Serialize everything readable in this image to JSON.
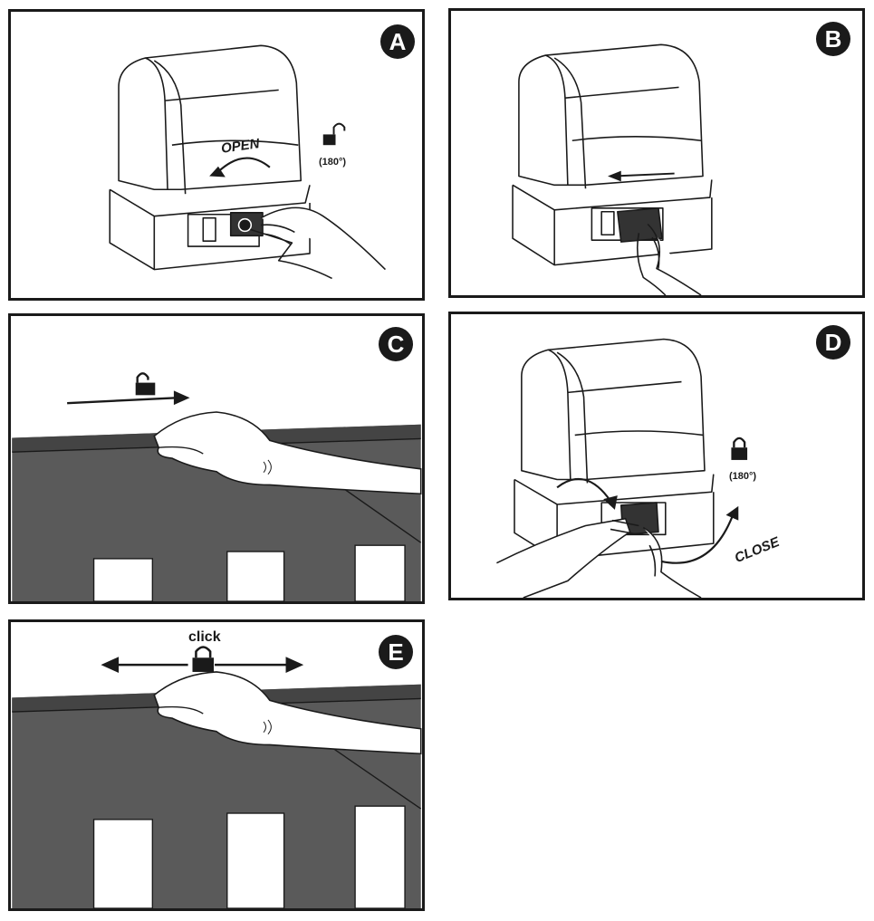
{
  "panels": {
    "a": {
      "badge": "A",
      "open_label": "OPEN",
      "angle_label": "(180°)",
      "icon": "unlocked-padlock-icon"
    },
    "b": {
      "badge": "B",
      "icon": "left-arrow-icon"
    },
    "c": {
      "badge": "C",
      "icon": "unlocked-padlock-icon"
    },
    "d": {
      "badge": "D",
      "close_label": "CLOSE",
      "angle_label": "(180°)",
      "icon": "locked-padlock-icon"
    },
    "e": {
      "badge": "E",
      "click_label": "click",
      "icon": "locked-padlock-icon"
    }
  },
  "colors": {
    "ink": "#1a1a1a",
    "surface_dark": "#5a5a5a",
    "paper": "#ffffff"
  }
}
